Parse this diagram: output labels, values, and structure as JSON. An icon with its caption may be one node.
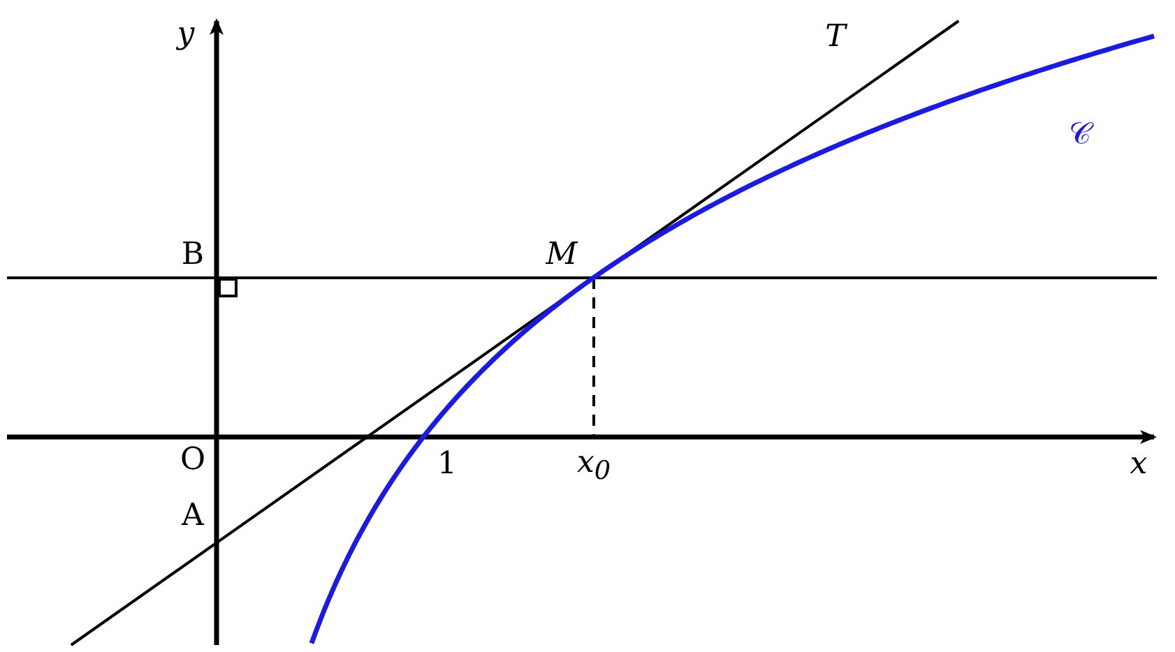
{
  "diagram": {
    "labels": [
      "y",
      "T",
      "𝒞",
      "B",
      "M",
      "O",
      "1",
      "x$_{0}$",
      "x",
      "A"
    ]
  }
}
